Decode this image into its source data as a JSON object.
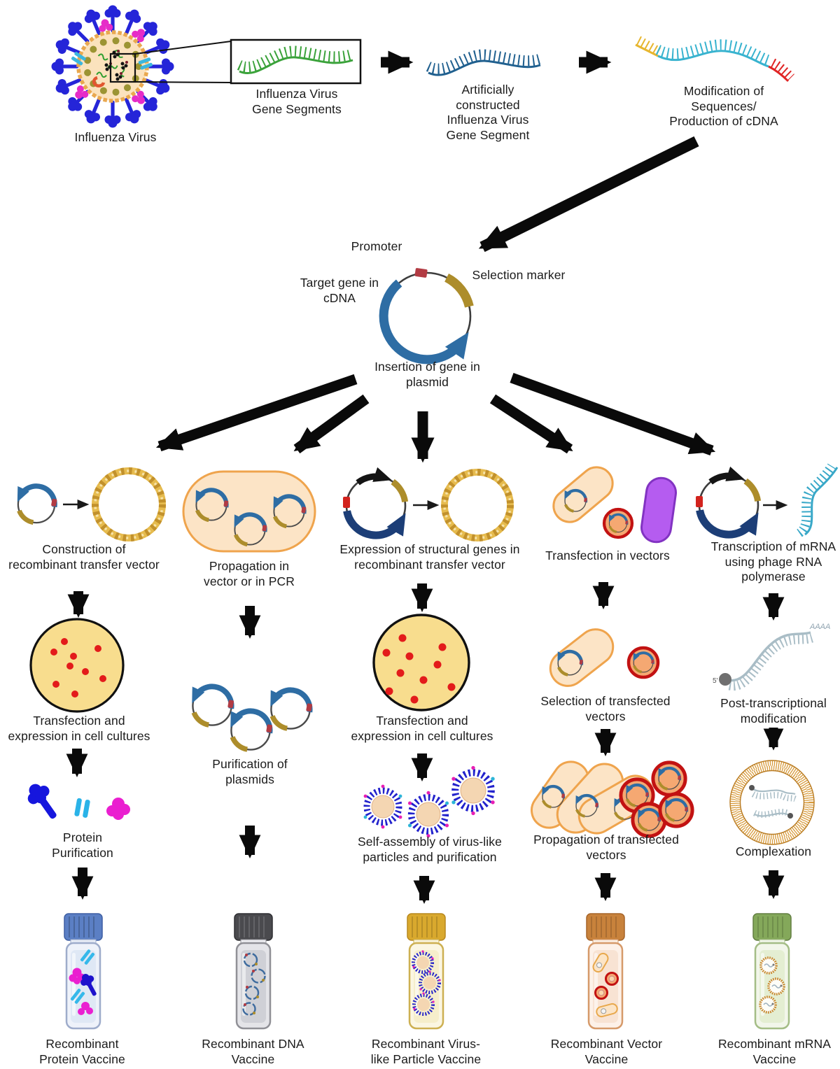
{
  "figure": {
    "top_row": {
      "influenza_virus_label": "Influenza Virus",
      "gene_segments_label": "Influenza Virus\nGene Segments",
      "artificial_segment_label": "Artificially\nconstructed\nInfluenza Virus\nGene Segment",
      "modification_label": "Modification of\nSequences/\nProduction of cDNA"
    },
    "plasmid_map": {
      "promoter": "Promoter",
      "selection_marker": "Selection marker",
      "target_gene": "Target gene in\ncDNA",
      "caption": "Insertion of gene in\nplasmid"
    },
    "annotations": {
      "five_prime": "5'",
      "poly_a": "AAAA"
    },
    "branches": [
      {
        "id": "protein",
        "steps": [
          "Construction of\nrecombinant transfer vector",
          "Transfection and\nexpression in cell cultures",
          "Protein\nPurification"
        ],
        "vaccine": "Recombinant\nProtein Vaccine"
      },
      {
        "id": "dna",
        "steps": [
          "Propagation in\nvector or in PCR",
          "Purification of\nplasmids"
        ],
        "vaccine": "Recombinant DNA\nVaccine"
      },
      {
        "id": "vlp",
        "steps": [
          "Expression of structural genes in\nrecombinant transfer vector",
          "Transfection and\nexpression in cell cultures",
          "Self-assembly of virus-like\nparticles and purification"
        ],
        "vaccine": "Recombinant Virus-\nlike Particle Vaccine"
      },
      {
        "id": "vector",
        "steps": [
          "Transfection in vectors",
          "Selection of transfected\nvectors",
          "Propagation of transfected\nvectors"
        ],
        "vaccine": "Recombinant Vector\nVaccine"
      },
      {
        "id": "mrna",
        "steps": [
          "Transcription of mRNA\nusing phage RNA\npolymerase",
          "Post-transcriptional\nmodification",
          "Complexation"
        ],
        "vaccine": "Recombinant mRNA\nVaccine"
      }
    ],
    "icons": [
      "influenza-virus",
      "gene-segment-rna",
      "cdna-strand",
      "plasmid-map",
      "transfer-vector-ring",
      "bacteria-capsule",
      "petri-dish",
      "protein-shapes",
      "virus-like-particle",
      "mrna-strand",
      "lipid-nanoparticle",
      "vaccine-vial"
    ],
    "colors": {
      "arrow": "#0a0a0a",
      "plasmid_blue": "#2e6da4",
      "plasmid_navy": "#1c3e77",
      "selection_marker_olive": "#ad8d2b",
      "promoter_red": "#b23b43",
      "gold_dna": "#e0b144",
      "capsule_orange": "#efa44d",
      "purple_vector": "#b55cf0",
      "red_ring": "#c21212",
      "petri_yellow": "#f8dd8e",
      "red_dots": "#e31b1b",
      "spike_blue": "#2525d8",
      "magenta": "#e62cc8",
      "cyan": "#3bb7de",
      "green_rna": "#3aa23a",
      "mrna_gray": "#a9bdc6",
      "lnp_orange": "#d79a3a",
      "cap_protein": "#5b7fc4",
      "cap_dna": "#4a4a4e",
      "cap_vlp": "#d9a92e",
      "cap_vector": "#c8823c",
      "cap_mrna": "#84a85a"
    }
  }
}
